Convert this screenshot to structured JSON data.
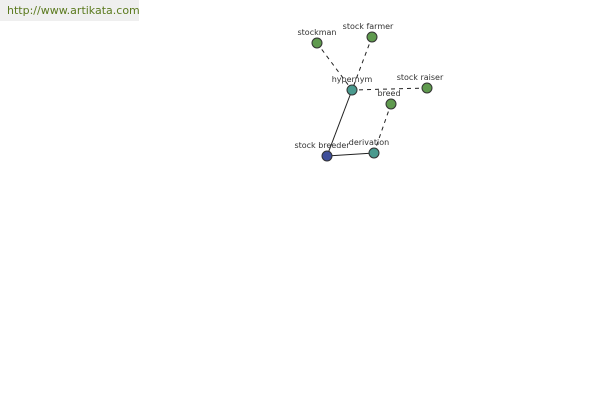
{
  "header": {
    "url": "http://www.artikata.com"
  },
  "colors": {
    "url_text": "#5b7a1e",
    "url_bg": "#efefef",
    "node_fill_green": "#5f9a4e",
    "node_fill_teal": "#4a9a8e",
    "node_fill_blue": "#3f4f9a",
    "node_stroke": "#333333",
    "edge": "#222222"
  },
  "graph": {
    "nodes": [
      {
        "id": "stockman",
        "label": "stockman",
        "color": "green"
      },
      {
        "id": "stock_farmer",
        "label": "stock farmer",
        "color": "green"
      },
      {
        "id": "hypernym",
        "label": "hypernym",
        "color": "teal"
      },
      {
        "id": "stock_raiser",
        "label": "stock raiser",
        "color": "green"
      },
      {
        "id": "breed",
        "label": "breed",
        "color": "green"
      },
      {
        "id": "derivation",
        "label": "derivation",
        "color": "teal"
      },
      {
        "id": "stock_breeder",
        "label": "stock breeder",
        "color": "blue"
      }
    ],
    "edges": [
      {
        "from": "stockman",
        "to": "hypernym",
        "style": "dashed"
      },
      {
        "from": "stock_farmer",
        "to": "hypernym",
        "style": "dashed"
      },
      {
        "from": "stock_raiser",
        "to": "hypernym",
        "style": "dashed"
      },
      {
        "from": "hypernym",
        "to": "stock_breeder",
        "style": "solid"
      },
      {
        "from": "breed",
        "to": "derivation",
        "style": "dashed"
      },
      {
        "from": "derivation",
        "to": "stock_breeder",
        "style": "solid"
      }
    ]
  }
}
